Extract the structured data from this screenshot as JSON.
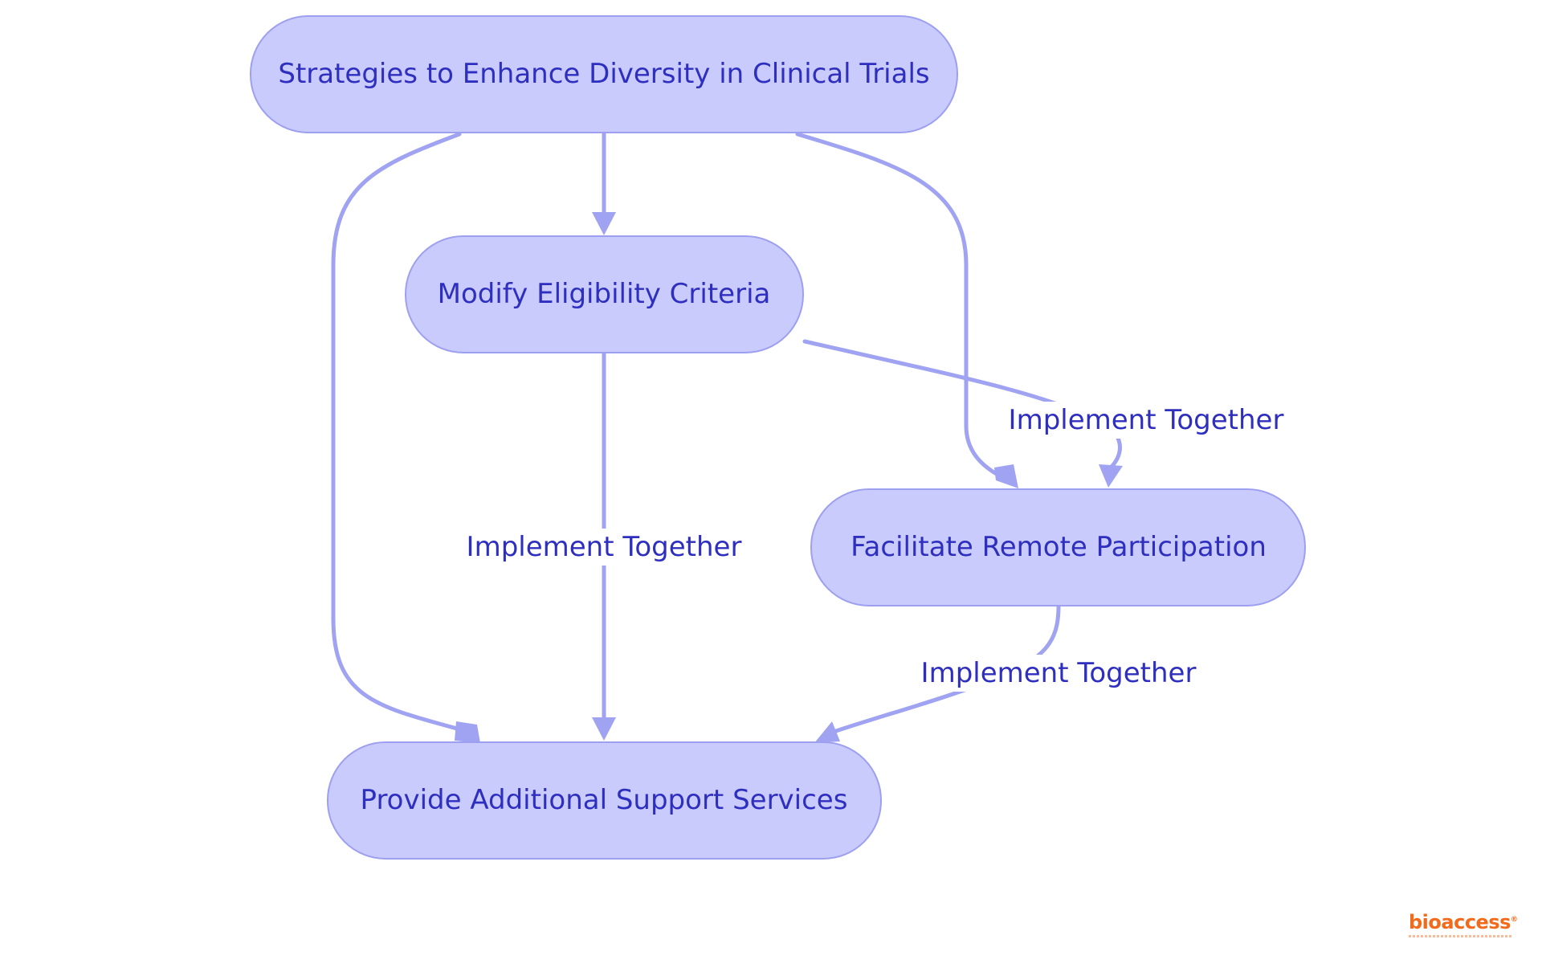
{
  "diagram": {
    "nodes": {
      "root": {
        "label": "Strategies to Enhance Diversity in Clinical Trials"
      },
      "eligibility": {
        "label": "Modify Eligibility Criteria"
      },
      "remote": {
        "label": "Facilitate Remote Participation"
      },
      "support": {
        "label": "Provide Additional Support Services"
      }
    },
    "edges": [
      {
        "from": "root",
        "to": "eligibility",
        "label": ""
      },
      {
        "from": "root",
        "to": "remote",
        "label": ""
      },
      {
        "from": "root",
        "to": "support",
        "label": ""
      },
      {
        "from": "eligibility",
        "to": "remote",
        "label": "Implement Together"
      },
      {
        "from": "eligibility",
        "to": "support",
        "label": "Implement Together"
      },
      {
        "from": "remote",
        "to": "support",
        "label": "Implement Together"
      }
    ],
    "edge_labels": {
      "eligibility_remote": "Implement Together",
      "eligibility_support": "Implement Together",
      "remote_support": "Implement Together"
    },
    "colors": {
      "node_fill": "#c9cbfd",
      "node_border": "#9d9ff0",
      "text": "#2e2fbf",
      "edge": "#9fa3f1",
      "brand": "#f26b1d"
    }
  },
  "brand": {
    "name": "bioaccess",
    "mark": "®"
  }
}
